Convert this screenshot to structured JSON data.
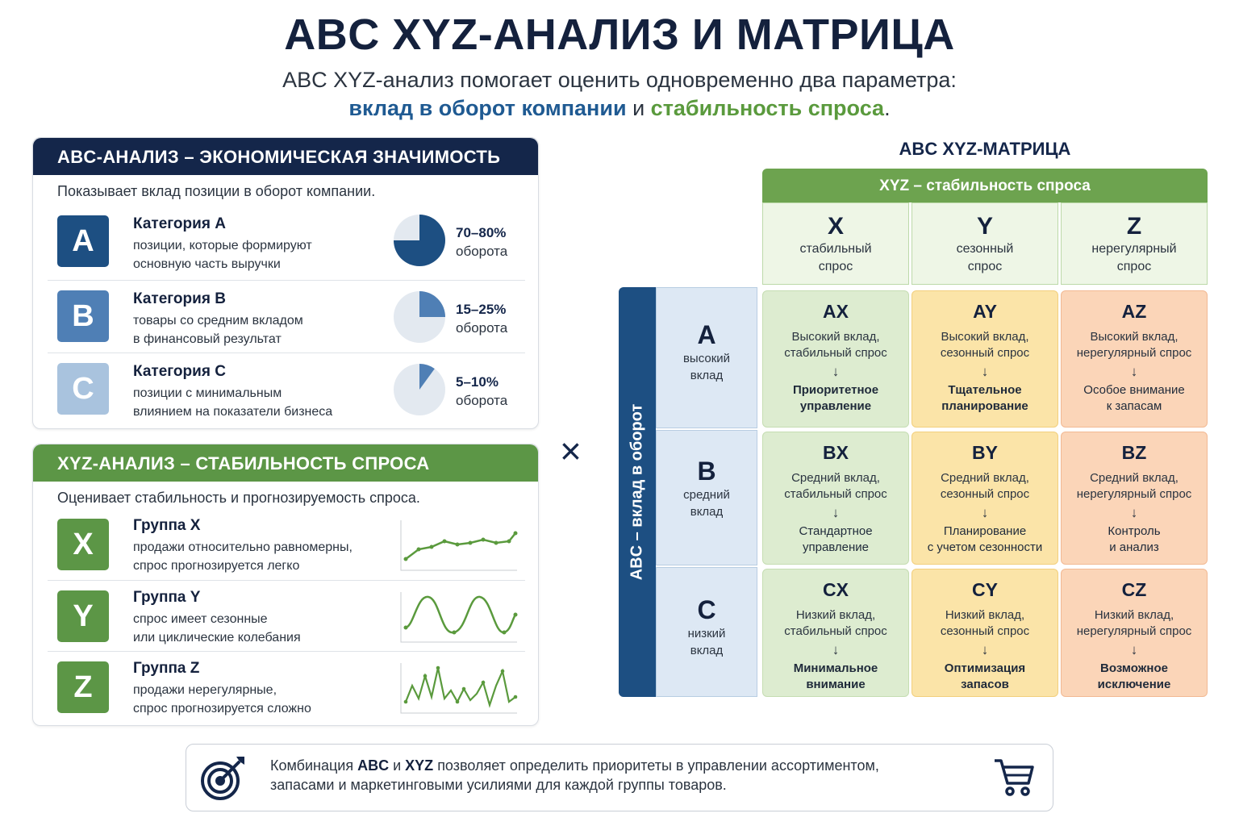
{
  "title": "ABC XYZ-АНАЛИЗ И МАТРИЦА",
  "subtitle": {
    "line1": "ABC XYZ-анализ помогает оценить одновременно два параметра:",
    "blue": "вклад в оборот компании",
    "and": " и ",
    "green": "стабильность спроса",
    "end": "."
  },
  "abc_panel": {
    "header": "ABC-АНАЛИЗ – ЭКОНОМИЧЕСКАЯ ЗНАЧИМОСТЬ",
    "description": "Показывает вклад позиции в оборот компании.",
    "items": [
      {
        "badge": "A",
        "title": "Категория А",
        "line1": "позиции, которые формируют",
        "line2": "основную часть выручки",
        "pct": "70–80%",
        "pct_label": "оборота",
        "share": 0.75,
        "color": "#1d4f82"
      },
      {
        "badge": "B",
        "title": "Категория B",
        "line1": "товары со средним вкладом",
        "line2": "в финансовый результат",
        "pct": "15–25%",
        "pct_label": "оборота",
        "share": 0.25,
        "color": "#4f7fb5"
      },
      {
        "badge": "C",
        "title": "Категория C",
        "line1": "позиции с минимальным",
        "line2": "влиянием на показатели бизнеса",
        "pct": "5–10%",
        "pct_label": "оборота",
        "share": 0.1,
        "color": "#a9c3de"
      }
    ]
  },
  "xyz_panel": {
    "header": "XYZ-АНАЛИЗ – СТАБИЛЬНОСТЬ СПРОСА",
    "description": "Оценивает стабильность и прогнозируемость спроса.",
    "items": [
      {
        "badge": "X",
        "title": "Группа X",
        "line1": "продажи относительно равномерны,",
        "line2": "спрос прогнозируется легко"
      },
      {
        "badge": "Y",
        "title": "Группа Y",
        "line1": "спрос имеет сезонные",
        "line2": "или циклические колебания"
      },
      {
        "badge": "Z",
        "title": "Группа Z",
        "line1": "продажи нерегулярные,",
        "line2": "спрос прогнозируется сложно"
      }
    ]
  },
  "times_symbol": "×",
  "matrix": {
    "title": "ABC XYZ-МАТРИЦА",
    "xyz_header": "XYZ – стабильность спроса",
    "abc_side": "ABC – вклад в оборот",
    "columns": [
      {
        "letter": "X",
        "line1": "стабильный",
        "line2": "спрос"
      },
      {
        "letter": "Y",
        "line1": "сезонный",
        "line2": "спрос"
      },
      {
        "letter": "Z",
        "line1": "нерегулярный",
        "line2": "спрос"
      }
    ],
    "rows": [
      {
        "letter": "A",
        "line1": "высокий",
        "line2": "вклад"
      },
      {
        "letter": "B",
        "line1": "средний",
        "line2": "вклад"
      },
      {
        "letter": "C",
        "line1": "низкий",
        "line2": "вклад"
      }
    ],
    "arrow": "↓",
    "cells": [
      [
        {
          "code": "AX",
          "d1": "Высокий вклад,",
          "d2": "стабильный спрос",
          "a1": "Приоритетное",
          "a2": "управление"
        },
        {
          "code": "AY",
          "d1": "Высокий вклад,",
          "d2": "сезонный спрос",
          "a1": "Тщательное",
          "a2": "планирование"
        },
        {
          "code": "AZ",
          "d1": "Высокий вклад,",
          "d2": "нерегулярный спрос",
          "a1": "Особое внимание",
          "a2": "к запасам"
        }
      ],
      [
        {
          "code": "BX",
          "d1": "Средний вклад,",
          "d2": "стабильный спрос",
          "a1": "Стандартное",
          "a2": "управление"
        },
        {
          "code": "BY",
          "d1": "Средний вклад,",
          "d2": "сезонный спрос",
          "a1": "Планирование",
          "a2": "с учетом сезонности"
        },
        {
          "code": "BZ",
          "d1": "Средний вклад,",
          "d2": "нерегулярный спрос",
          "a1": "Контроль",
          "a2": "и анализ"
        }
      ],
      [
        {
          "code": "CX",
          "d1": "Низкий вклад,",
          "d2": "стабильный спрос",
          "a1": "Минимальное",
          "a2": "внимание"
        },
        {
          "code": "CY",
          "d1": "Низкий вклад,",
          "d2": "сезонный спрос",
          "a1": "Оптимизация",
          "a2": "запасов"
        },
        {
          "code": "CZ",
          "d1": "Низкий вклад,",
          "d2": "нерегулярный спрос",
          "a1": "Возможное",
          "a2": "исключение"
        }
      ]
    ]
  },
  "footer": {
    "p1": "Комбинация ",
    "abc": "ABC",
    "p2": " и ",
    "xyz": "XYZ",
    "p3": " позволяет определить приоритеты в управлении ассортиментом,",
    "line2": "запасами и маркетинговыми усилиями для каждой группы товаров."
  },
  "icons": {
    "footer_left": "target-icon",
    "footer_right": "shopping-cart-icon"
  }
}
